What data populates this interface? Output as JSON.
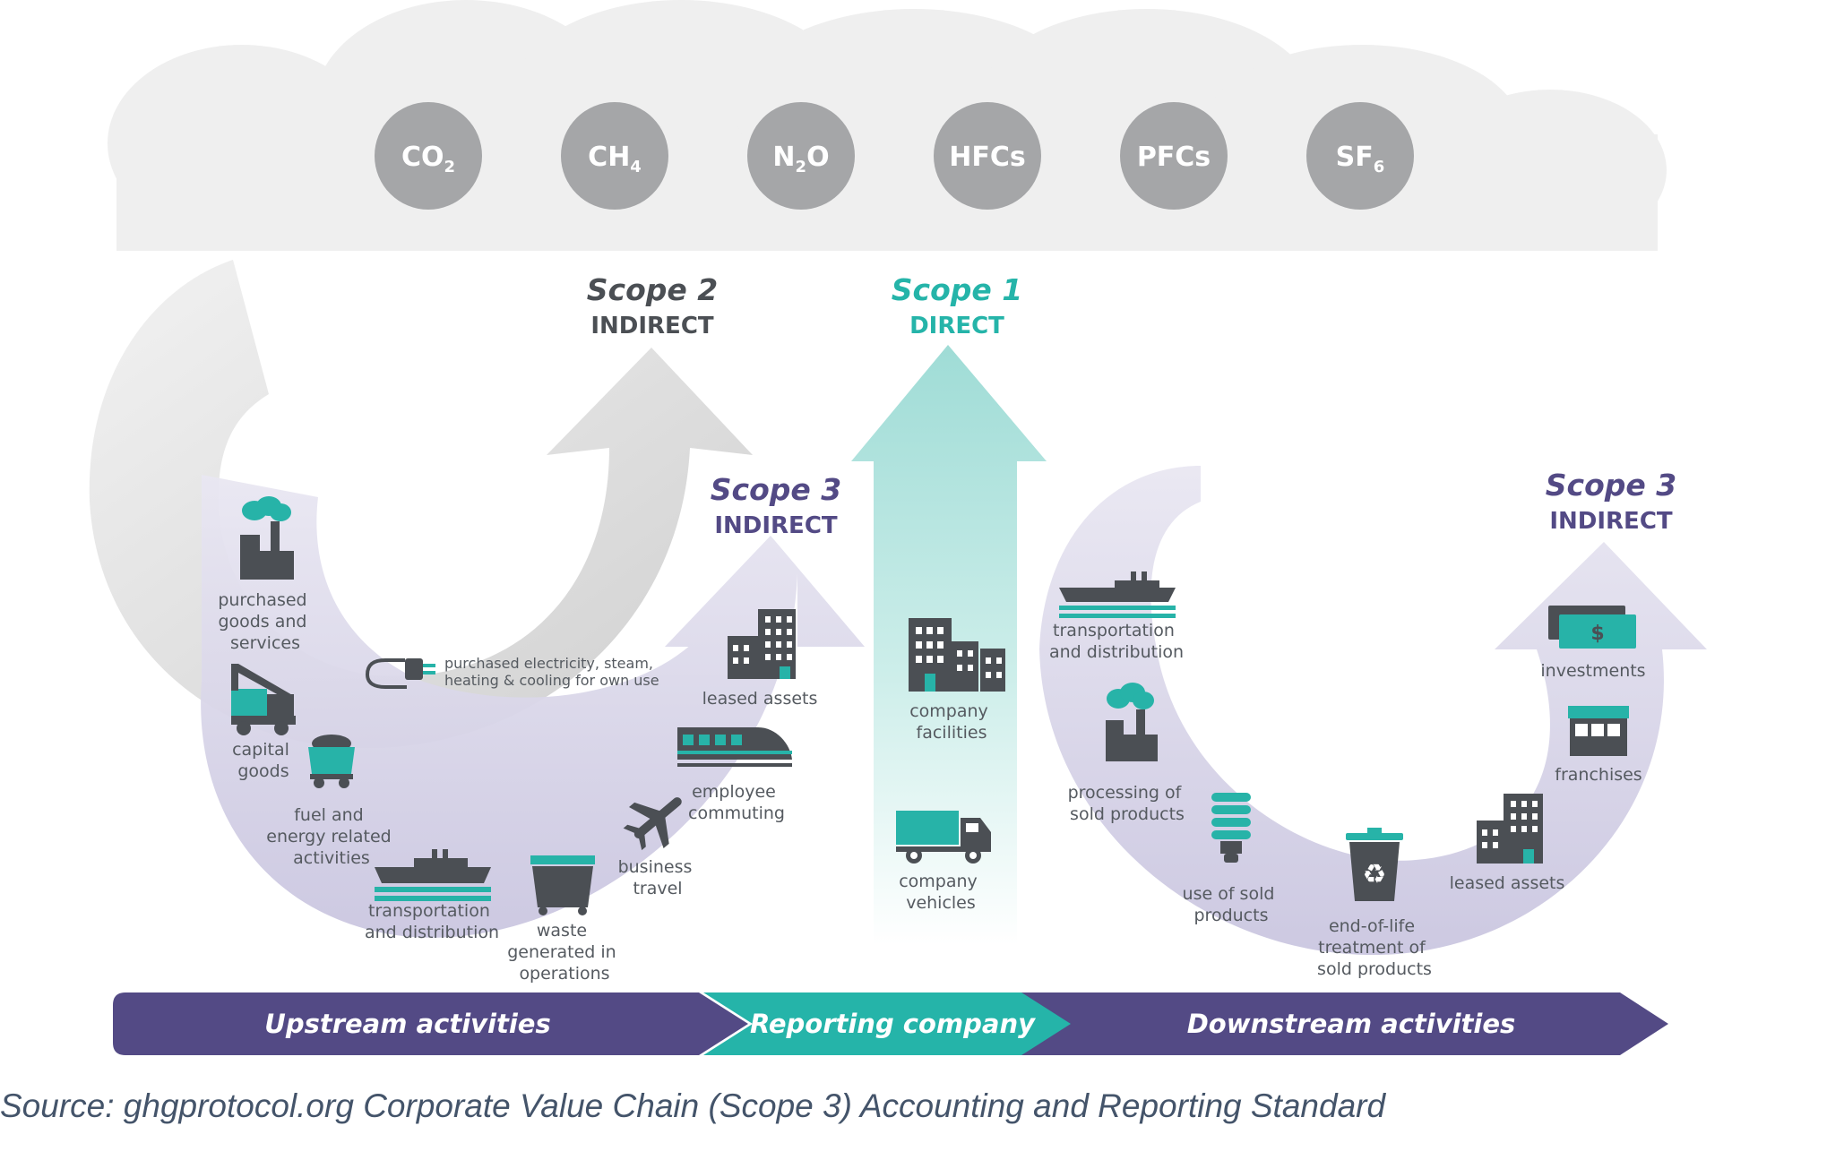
{
  "gases": [
    {
      "name": "CO",
      "sub": "2"
    },
    {
      "name": "CH",
      "sub": "4"
    },
    {
      "name": "N",
      "sub": "2",
      "tail": "O"
    },
    {
      "name": "HFCs",
      "sub": ""
    },
    {
      "name": "PFCs",
      "sub": ""
    },
    {
      "name": "SF",
      "sub": "6"
    }
  ],
  "scopes": {
    "scope2": {
      "title": "Scope 2",
      "sub": "INDIRECT"
    },
    "scope1": {
      "title": "Scope 1",
      "sub": "DIRECT"
    },
    "scope3_upstream": {
      "title": "Scope 3",
      "sub": "INDIRECT"
    },
    "scope3_downstream": {
      "title": "Scope 3",
      "sub": "INDIRECT"
    }
  },
  "scope2_category": {
    "line1": "purchased electricity, steam,",
    "line2": "heating & cooling for own use"
  },
  "upstream_categories": {
    "purchased_goods": [
      "purchased",
      "goods and",
      "services"
    ],
    "capital_goods": [
      "capital",
      "goods"
    ],
    "fuel_energy": [
      "fuel and",
      "energy related",
      "activities"
    ],
    "transportation": [
      "transportation",
      "and distribution"
    ],
    "waste": [
      "waste",
      "generated in",
      "operations"
    ],
    "business_travel": [
      "business",
      "travel"
    ],
    "employee_commuting": [
      "employee",
      "commuting"
    ],
    "leased_assets": [
      "leased assets"
    ]
  },
  "scope1_categories": {
    "company_facilities": [
      "company",
      "facilities"
    ],
    "company_vehicles": [
      "company",
      "vehicles"
    ]
  },
  "downstream_categories": {
    "transportation": [
      "transportation",
      "and distribution"
    ],
    "processing": [
      "processing of",
      "sold products"
    ],
    "use_of_sold": [
      "use of sold",
      "products"
    ],
    "end_of_life": [
      "end-of-life",
      "treatment of",
      "sold products"
    ],
    "leased_assets": [
      "leased assets"
    ],
    "franchises": [
      "franchises"
    ],
    "investments": [
      "investments"
    ]
  },
  "bands": {
    "upstream": "Upstream activities",
    "reporting": "Reporting company",
    "downstream": "Downstream activities"
  },
  "source": "Source: ghgprotocol.org Corporate Value Chain (Scope 3) Accounting and Reporting Standard",
  "colors": {
    "purple": "#534a85",
    "teal": "#25b4a9",
    "gas_circle": "#a5a6a8",
    "cloud": "#efefef",
    "grey_arrow": "#d4d4d4",
    "lavender": "#d6d3e6",
    "icon_dark": "#4b4f54",
    "source_text": "#44546a"
  }
}
